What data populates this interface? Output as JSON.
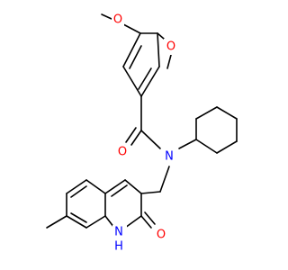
{
  "molecule": {
    "atoms": {
      "o_methoxy_top": "O",
      "o_methoxy_side": "O",
      "o_amide": "O",
      "n_amide": "N",
      "o_lactam": "O",
      "nh_ring": "N",
      "h_ring": "H"
    },
    "colors": {
      "oxygen": "#ff0000",
      "nitrogen": "#0000ff",
      "bond": "#000000",
      "background": "#ffffff"
    }
  }
}
